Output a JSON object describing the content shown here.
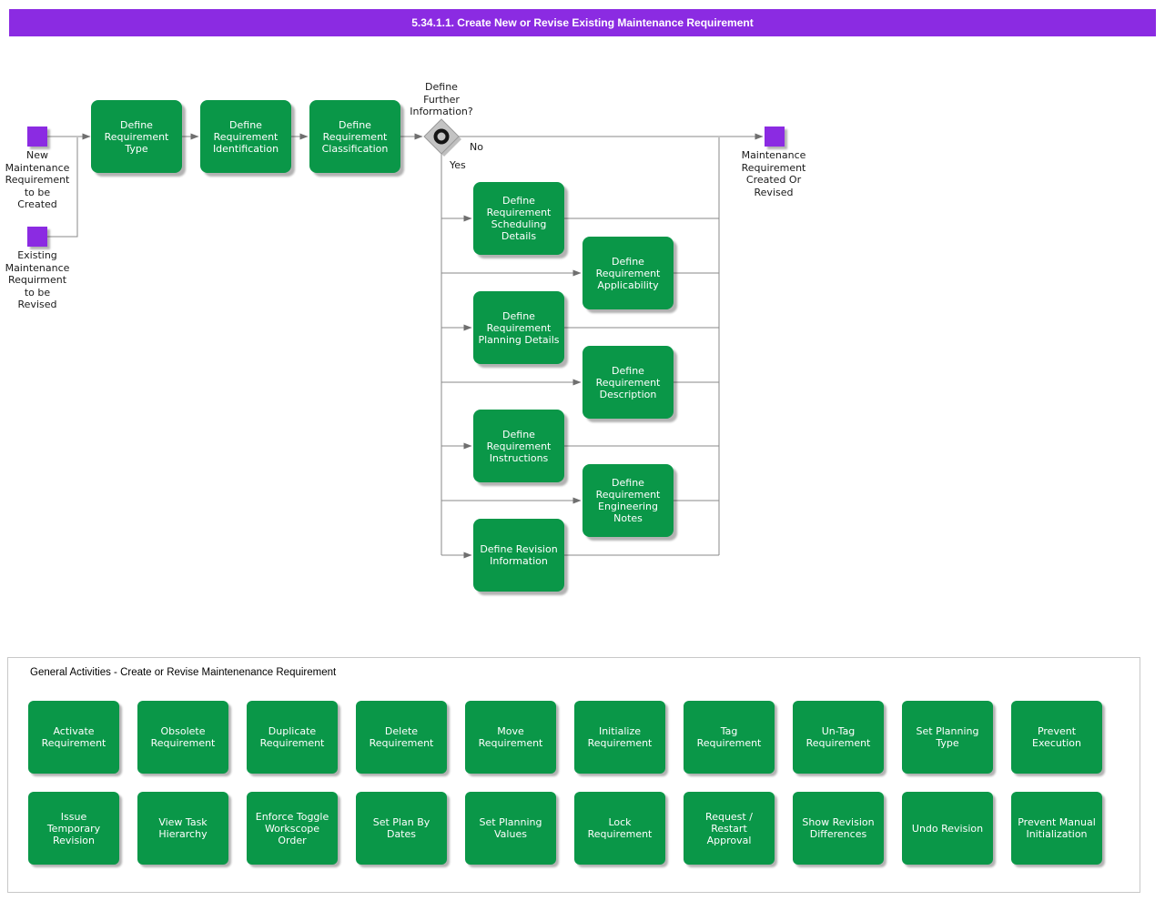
{
  "title_bar": {
    "text": "5.34.1.1. Create New or Revise Existing Maintenance Requirement"
  },
  "colors": {
    "accent_purple": "#8b2be2",
    "node_green": "#0a9748",
    "line_gray": "#8a8a8a",
    "gateway_gray": "#c3c3c3"
  },
  "flow": {
    "start_events": [
      {
        "label": "New\nMaintenance\nRequirement\nto be\nCreated"
      },
      {
        "label": "Existing\nMaintenance\nRequirment\nto be\nRevised"
      }
    ],
    "end_event": {
      "label": "Maintenance\nRequirement\nCreated Or\nRevised"
    },
    "decision": {
      "label": "Define\nFurther\nInformation?",
      "no_label": "No",
      "yes_label": "Yes"
    },
    "tasks": [
      {
        "label": "Define\nRequirement\nType"
      },
      {
        "label": "Define\nRequirement\nIdentification"
      },
      {
        "label": "Define\nRequirement\nClassification"
      },
      {
        "label": "Define\nRequirement\nScheduling\nDetails"
      },
      {
        "label": "Define\nRequirement\nApplicability"
      },
      {
        "label": "Define\nRequirement\nPlanning Details"
      },
      {
        "label": "Define\nRequirement\nDescription"
      },
      {
        "label": "Define\nRequirement\nInstructions"
      },
      {
        "label": "Define\nRequirement\nEngineering\nNotes"
      },
      {
        "label": "Define Revision\nInformation"
      }
    ]
  },
  "panel": {
    "title": "General Activities - Create or Revise Maintenenance Requirement",
    "buttons": [
      {
        "label": "Activate\nRequirement"
      },
      {
        "label": "Obsolete\nRequirement"
      },
      {
        "label": "Duplicate\nRequirement"
      },
      {
        "label": "Delete\nRequirement"
      },
      {
        "label": "Move\nRequirement"
      },
      {
        "label": "Initialize\nRequirement"
      },
      {
        "label": "Tag\nRequirement"
      },
      {
        "label": "Un-Tag\nRequirement"
      },
      {
        "label": "Set Planning\nType"
      },
      {
        "label": "Prevent\nExecution"
      },
      {
        "label": "Issue\nTemporary\nRevision"
      },
      {
        "label": "View Task\nHierarchy"
      },
      {
        "label": "Enforce Toggle\nWorkscope\nOrder"
      },
      {
        "label": "Set Plan By\nDates"
      },
      {
        "label": "Set Planning\nValues"
      },
      {
        "label": "Lock\nRequirement"
      },
      {
        "label": "Request /\nRestart\nApproval"
      },
      {
        "label": "Show Revision\nDifferences"
      },
      {
        "label": "Undo Revision"
      },
      {
        "label": "Prevent Manual\nInitialization"
      }
    ]
  }
}
